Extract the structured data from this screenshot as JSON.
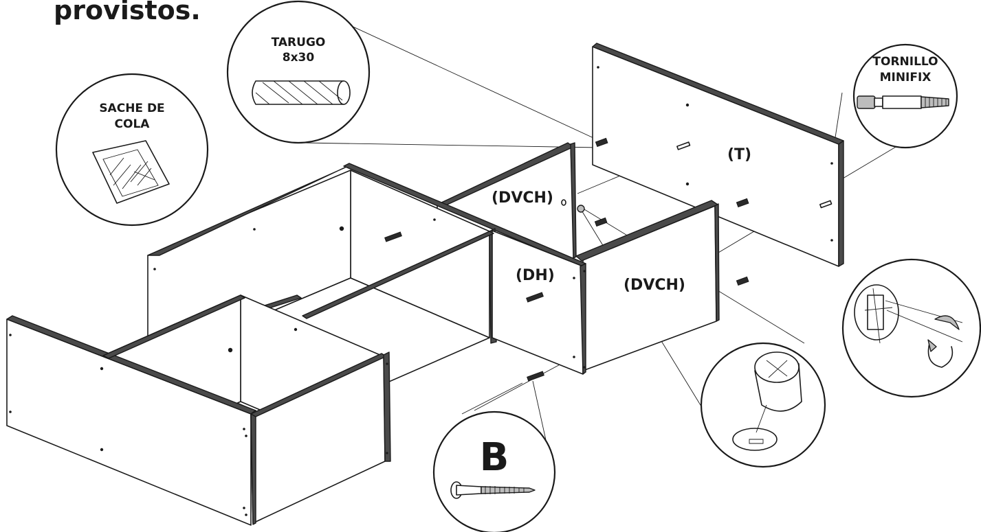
{
  "header": {
    "fragment": "provistos."
  },
  "callouts": {
    "dowel": {
      "line1": "TARUGO",
      "line2": "8x30"
    },
    "glue": {
      "line1": "SACHE DE",
      "line2": "COLA"
    },
    "minifix_screw": {
      "line1": "TORNILLO",
      "line2": "MINIFIX"
    },
    "screw_b": {
      "letter": "B"
    }
  },
  "panel_labels": {
    "t": "(T)",
    "dvch_top": "(DVCH)",
    "dh": "(DH)",
    "dvch_mid": "(DVCH)"
  },
  "colors": {
    "ink": "#1a1a1a",
    "edge": "#4a4a4a",
    "background": "#ffffff"
  }
}
